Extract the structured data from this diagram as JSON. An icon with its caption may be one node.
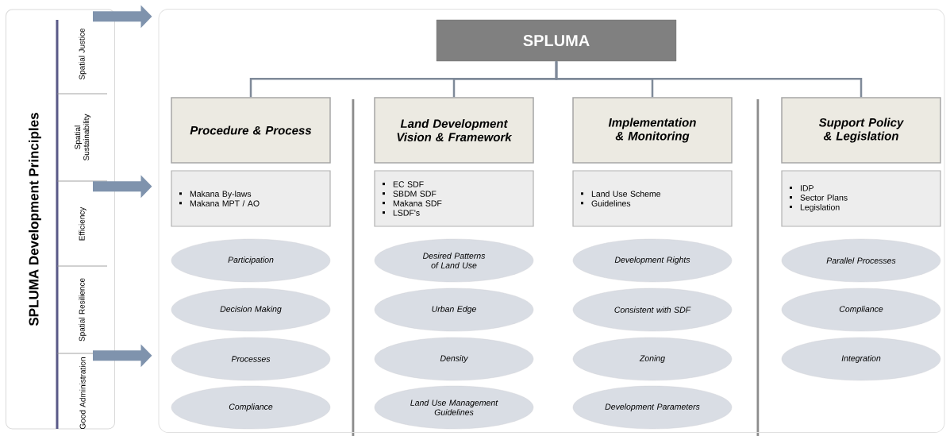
{
  "diagram": {
    "nodes": [
      {
        "text": [
          "SPLUMA Development Principles"
        ]
      },
      {
        "text": [
          "Spatial Justice"
        ],
        "in": 0
      },
      {
        "text": [
          "Spatial Sustainability"
        ],
        "in": 0
      },
      {
        "text": [
          "Efficiency"
        ],
        "in": 0
      },
      {
        "text": [
          "Spatial Resilience"
        ],
        "in": 0
      },
      {
        "text": [
          "Good Administration"
        ],
        "in": 0
      },
      {
        "text": [],
        "shape": "box"
      },
      {
        "text": [
          "SPLUMA"
        ],
        "in": 6
      },
      {
        "text": [
          "Procedure & Process"
        ],
        "in": 6
      },
      {
        "text": [
          "Land Development Vision & Framework"
        ],
        "in": 6
      },
      {
        "text": [
          "Implementation & Monitoring"
        ],
        "in": 6
      },
      {
        "text": [
          "Support Policy & Legislation"
        ],
        "in": 6
      },
      {
        "text": [
          "Makana By-laws",
          "Makana MPT / AO"
        ],
        "in": 6
      },
      {
        "text": [
          "EC SDF",
          "SBDM SDF",
          "Makana SDF",
          "LSDF's"
        ],
        "in": 6
      },
      {
        "text": [
          "Land Use Scheme",
          "Guidelines"
        ],
        "in": 6
      },
      {
        "text": [
          "IDP",
          "Sector Plans",
          "Legislation"
        ],
        "in": 6
      },
      {
        "text": [
          "Participation"
        ],
        "in": 6
      },
      {
        "text": [
          "Decision Making"
        ],
        "in": 6
      },
      {
        "text": [
          "Processes"
        ],
        "in": 6
      },
      {
        "text": [
          "Compliance"
        ],
        "in": 6
      },
      {
        "text": [
          "Desired Patterns of Land Use"
        ],
        "in": 6
      },
      {
        "text": [
          "Urban Edge"
        ],
        "in": 6
      },
      {
        "text": [
          "Density"
        ],
        "in": 6
      },
      {
        "text": [
          "Land Use Management Guidelines"
        ],
        "in": 6
      },
      {
        "text": [
          "Development Rights"
        ],
        "in": 6
      },
      {
        "text": [
          "Consistent with SDF"
        ],
        "in": 6
      },
      {
        "text": [
          "Zoning"
        ],
        "in": 6
      },
      {
        "text": [
          "Development Parameters"
        ],
        "in": 6
      },
      {
        "text": [
          "Parallel Processes"
        ],
        "in": 6
      },
      {
        "text": [
          "Compliance"
        ],
        "in": 6
      },
      {
        "text": [
          "Integration"
        ],
        "in": 6
      }
    ],
    "edges": [
      {
        "from": 1,
        "to": 6,
        "arrow": "to",
        "style": "thick",
        "color": "#7f93ad"
      },
      {
        "from": 3,
        "to": 6,
        "arrow": "to",
        "style": "thick",
        "color": "#7f93ad"
      },
      {
        "from": 5,
        "to": 6,
        "arrow": "to",
        "style": "thick",
        "color": "#7f93ad"
      },
      {
        "from": 7,
        "to": 8,
        "arrow": "none"
      },
      {
        "from": 7,
        "to": 9,
        "arrow": "none"
      },
      {
        "from": 7,
        "to": 10,
        "arrow": "none"
      },
      {
        "from": 7,
        "to": 11,
        "arrow": "none"
      }
    ]
  }
}
